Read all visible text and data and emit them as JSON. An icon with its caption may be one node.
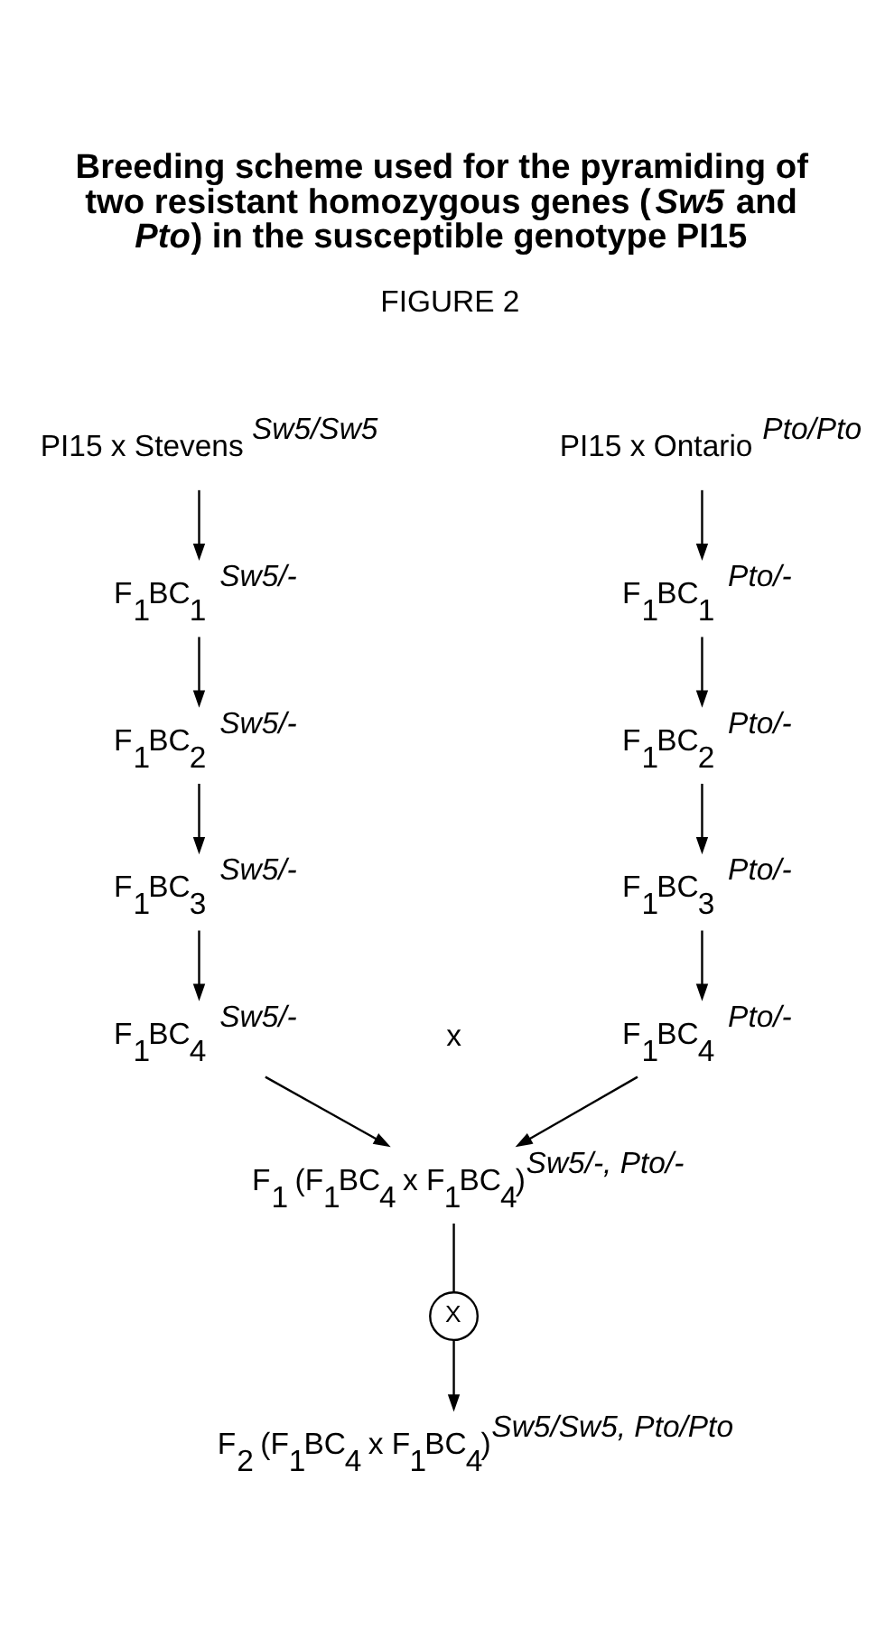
{
  "diagram": {
    "title": "Breeding scheme used for the pyramiding of two resistant homozygous genes (*Sw5* and *Pto*) in the susceptible genotype PI15",
    "nodes": [
      {
        "text": [
          "PI15 x Stevens $^{Sw5/Sw5}$"
        ]
      },
      {
        "text": [
          "PI15 x Ontario $^{Pto/Pto}$"
        ]
      },
      {
        "text": [
          "F$_{1}$BC$_{1}$ $^{Sw5/-}$"
        ]
      },
      {
        "text": [
          "F$_{1}$BC$_{2}$ $^{Sw5/-}$"
        ]
      },
      {
        "text": [
          "F$_{1}$BC$_{3}$ $^{Sw5/-}$"
        ]
      },
      {
        "text": [
          "F$_{1}$BC$_{4}$ $^{Sw5/-}$"
        ]
      },
      {
        "text": [
          "F$_{1}$BC$_{1}$ $^{Pto/-}$"
        ]
      },
      {
        "text": [
          "F$_{1}$BC$_{2}$ $^{Pto/-}$"
        ]
      },
      {
        "text": [
          "F$_{1}$BC$_{3}$ $^{Pto/-}$"
        ]
      },
      {
        "text": [
          "F$_{1}$BC$_{4}$ $^{Pto/-}$"
        ]
      },
      {
        "text": [
          "F$_{1}$ (F$_{1}$BC$_{4}$ x F$_{1}$BC$_{4}$)$^{Sw5/-, Pto/-}$"
        ]
      },
      {
        "text": [
          "X"
        ]
      },
      {
        "text": [
          "F$_{2}$ (F$_{1}$BC$_{4}$ x F$_{1}$BC$_{4}$)$^{Sw5/Sw5, Pto/Pto}$"
        ]
      }
    ],
    "edges": [
      {
        "from": 0,
        "to": 2,
        "arrow": "to"
      },
      {
        "from": 2,
        "to": 3,
        "arrow": "to"
      },
      {
        "from": 3,
        "to": 4,
        "arrow": "to"
      },
      {
        "from": 4,
        "to": 5,
        "arrow": "to"
      },
      {
        "from": 1,
        "to": 6,
        "arrow": "to"
      },
      {
        "from": 6,
        "to": 7,
        "arrow": "to"
      },
      {
        "from": 7,
        "to": 8,
        "arrow": "to"
      },
      {
        "from": 8,
        "to": 9,
        "arrow": "to"
      },
      {
        "from": 5,
        "to": 10,
        "arrow": "to"
      },
      {
        "from": 9,
        "to": 10,
        "arrow": "to"
      },
      {
        "from": 10,
        "to": 11,
        "arrow": "none"
      },
      {
        "from": 11,
        "to": 12,
        "arrow": "to"
      }
    ],
    "labels": [
      "FIGURE 2",
      "x"
    ]
  }
}
